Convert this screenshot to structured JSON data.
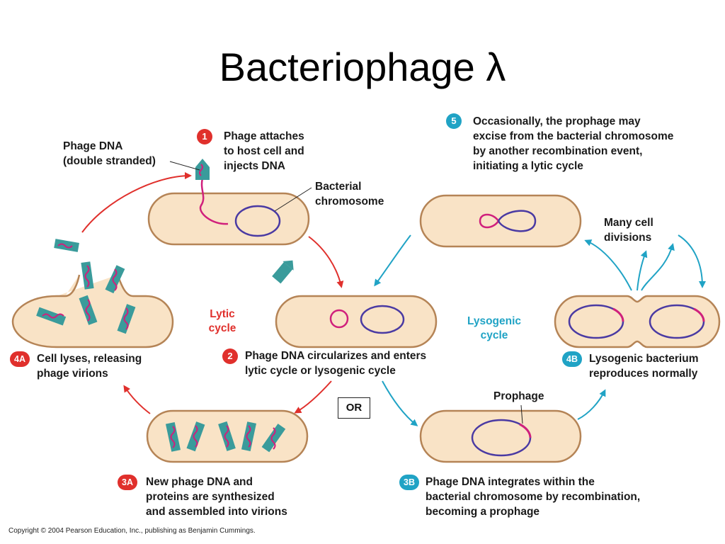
{
  "title": "Bacteriophage λ",
  "colors": {
    "cell_fill": "#f9e3c6",
    "cell_stroke": "#b58456",
    "lytic": "#e0302c",
    "lysogenic": "#20a3c5",
    "chromosome": "#4a3aa3",
    "phage_dna": "#d0207c",
    "phage_body": "#3a9b9b"
  },
  "labels": {
    "phage_dna": "Phage DNA\n(double stranded)",
    "bacterial_chromosome": "Bacterial\nchromosome",
    "prophage": "Prophage",
    "many_cell_divisions": "Many cell\ndivisions",
    "or": "OR"
  },
  "cycles": {
    "lytic": "Lytic\ncycle",
    "lysogenic": "Lysogenic\ncycle"
  },
  "steps": [
    {
      "badge": "1",
      "text": "Phage attaches\nto host cell and\ninjects DNA"
    },
    {
      "badge": "2",
      "text": "Phage DNA circularizes and enters\nlytic cycle or lysogenic cycle"
    },
    {
      "badge": "3A",
      "text": "New phage DNA and\nproteins are synthesized\nand assembled into virions"
    },
    {
      "badge": "4A",
      "text": "Cell lyses, releasing\nphage virions"
    },
    {
      "badge": "3B",
      "text": "Phage DNA integrates within the\nbacterial chromosome by recombination,\nbecoming a prophage"
    },
    {
      "badge": "4B",
      "text": "Lysogenic bacterium\nreproduces normally"
    },
    {
      "badge": "5",
      "text": "Occasionally, the prophage may\nexcise from the bacterial chromosome\nby another recombination event,\ninitiating a lytic cycle"
    }
  ],
  "copyright": "Copyright © 2004 Pearson Education, Inc., publishing as Benjamin Cummings."
}
